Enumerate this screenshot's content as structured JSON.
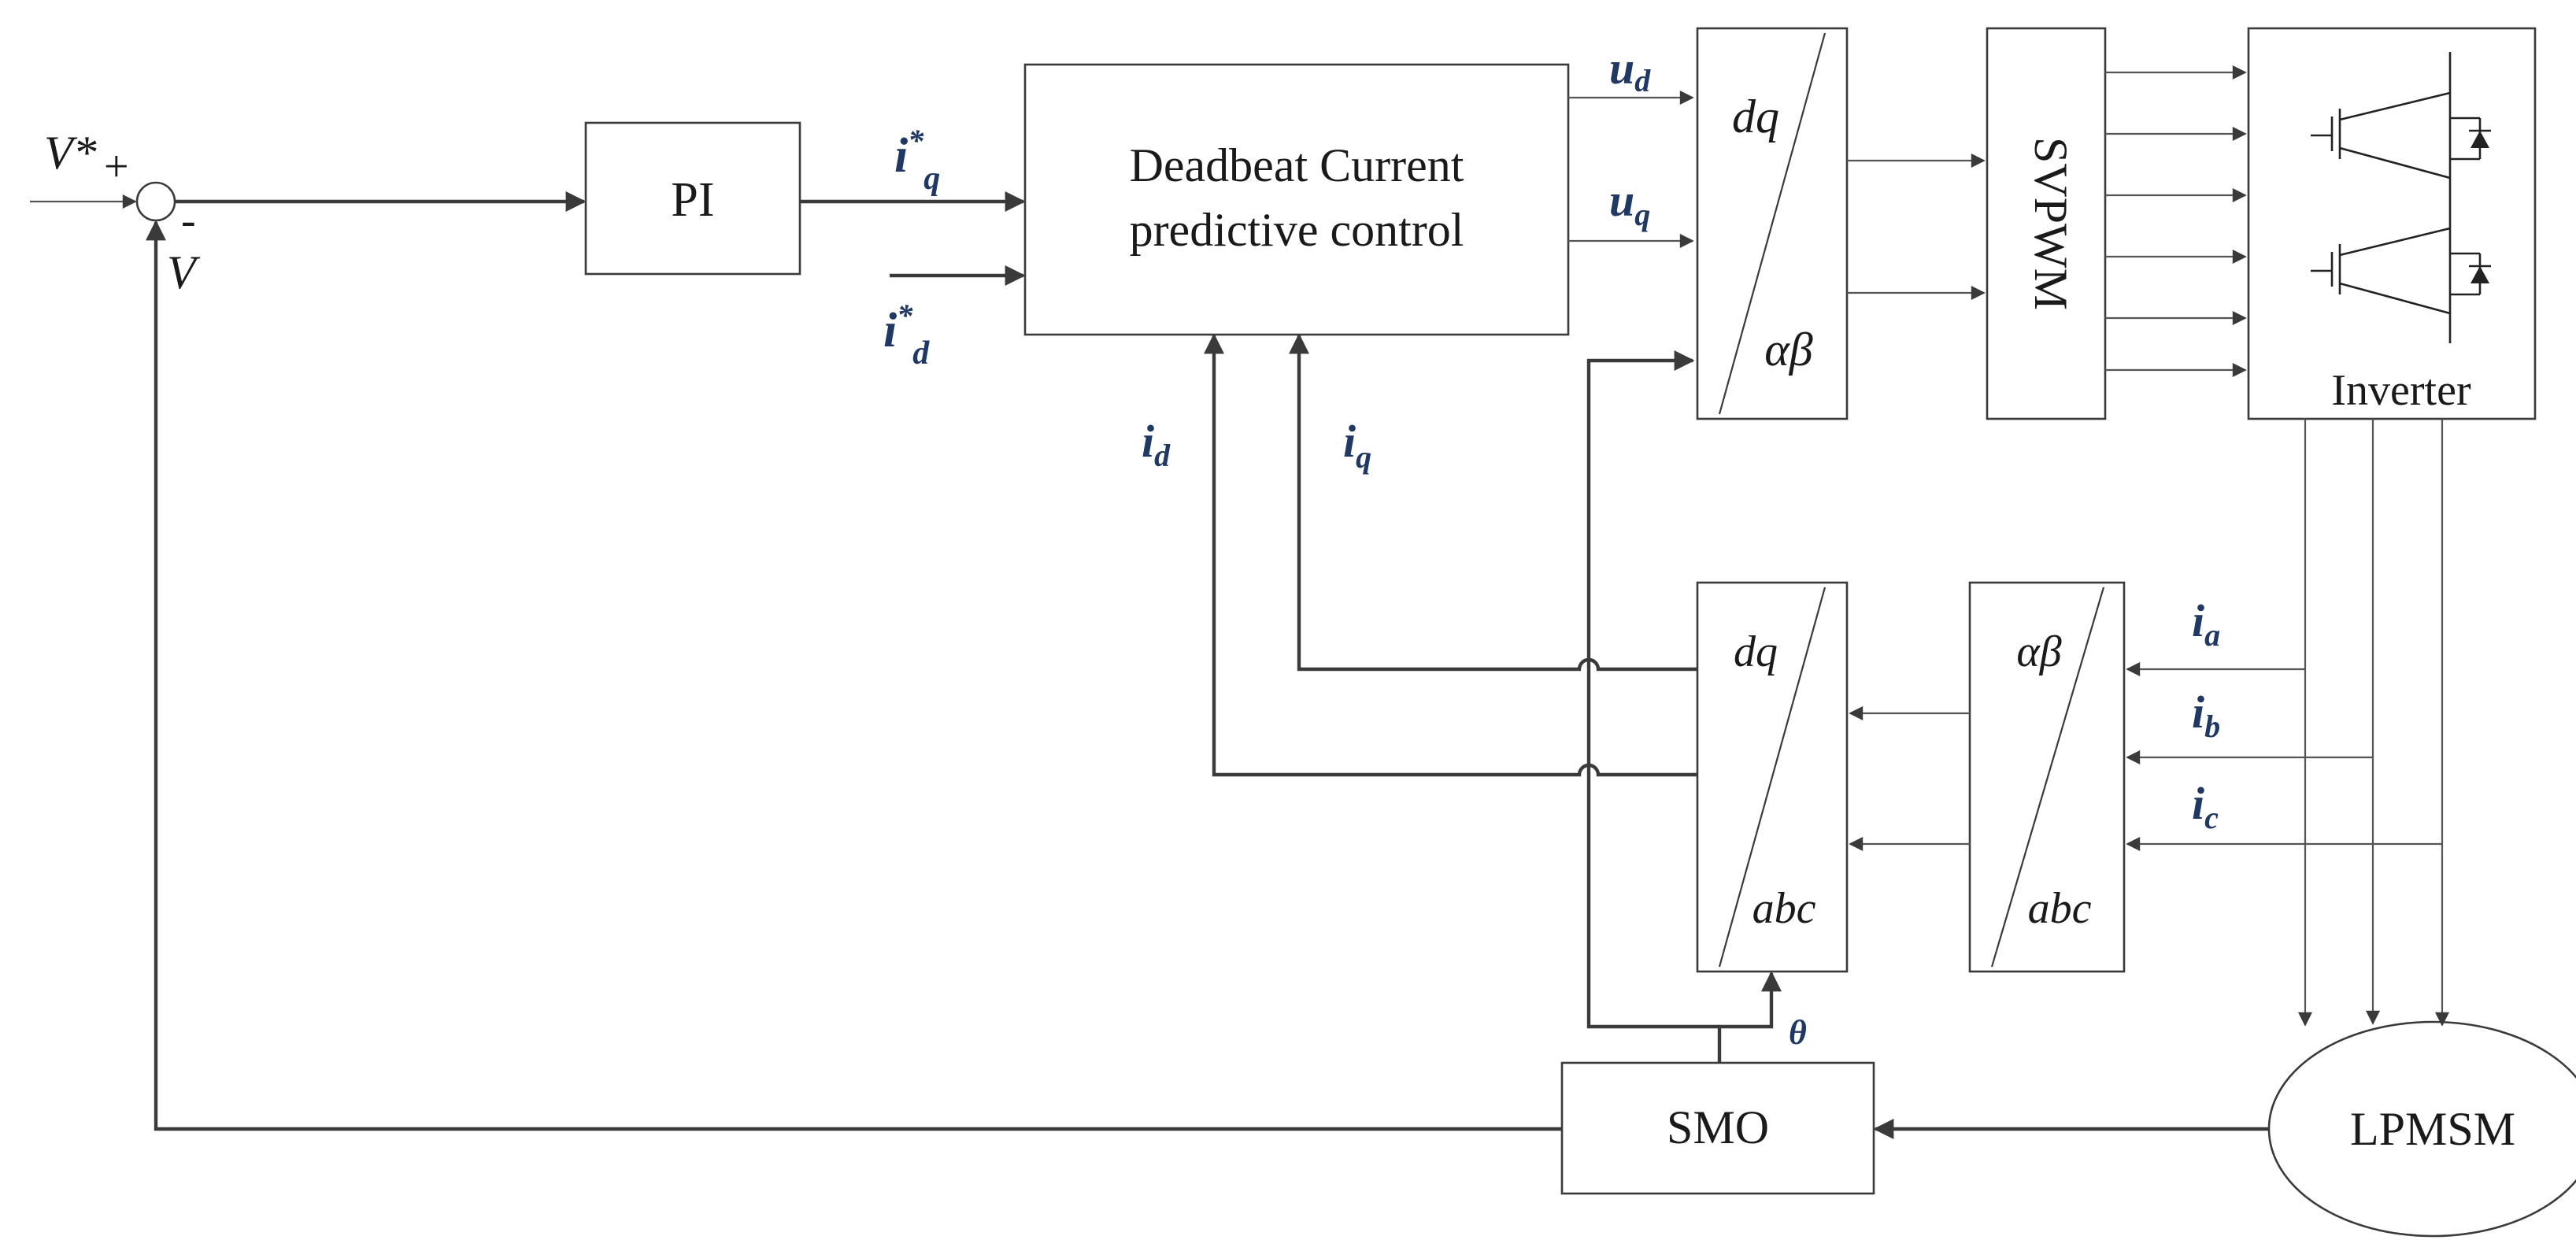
{
  "blocks": {
    "pi": "PI",
    "deadbeat_line1": "Deadbeat Current",
    "deadbeat_line2": "predictive control",
    "dq_ab_top": "dq",
    "dq_ab_bottom": "αβ",
    "svpwm": "SVPWM",
    "inverter": "Inverter",
    "dq_abc_top": "dq",
    "dq_abc_bottom": "abc",
    "ab_abc_top": "αβ",
    "ab_abc_bottom": "abc",
    "smo": "SMO",
    "lpmsm": "LPMSM"
  },
  "summing_junction": {
    "reference": "V*",
    "plus": "+",
    "minus": "-",
    "feedback": "V"
  },
  "signals": {
    "iq_ref": {
      "base": "i",
      "sup": "*",
      "sub": "q"
    },
    "id_ref": {
      "base": "i",
      "sup": "*",
      "sub": "d"
    },
    "ud": {
      "base": "u",
      "sub": "d"
    },
    "uq": {
      "base": "u",
      "sub": "q"
    },
    "id": {
      "base": "i",
      "sub": "d"
    },
    "iq": {
      "base": "i",
      "sub": "q"
    },
    "ia": {
      "base": "i",
      "sub": "a"
    },
    "ib": {
      "base": "i",
      "sub": "b"
    },
    "ic": {
      "base": "i",
      "sub": "c"
    },
    "theta": "θ"
  },
  "icons": [
    "igbt-switch-icon",
    "diode-icon"
  ],
  "colors": {
    "signal": "#1f3864",
    "line": "#3a3a3a"
  }
}
